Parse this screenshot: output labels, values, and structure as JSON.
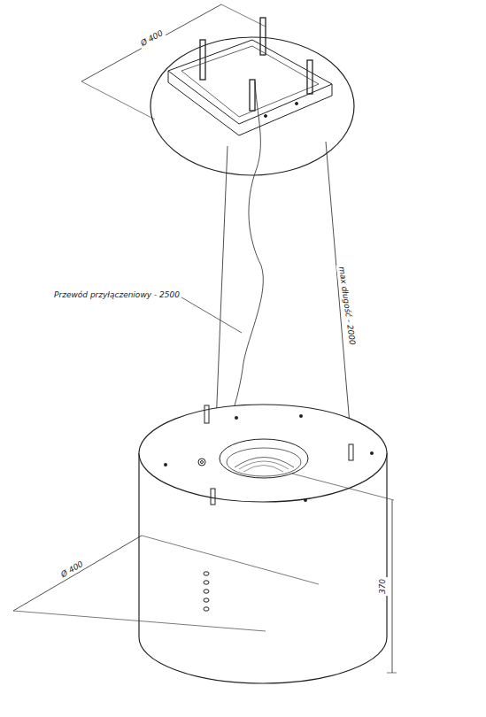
{
  "diagram": {
    "labels": [
      "Ø 400",
      "Przewód przyłączeniowy - 2500",
      "max długość - 2000",
      "Ø 400",
      "370"
    ]
  }
}
